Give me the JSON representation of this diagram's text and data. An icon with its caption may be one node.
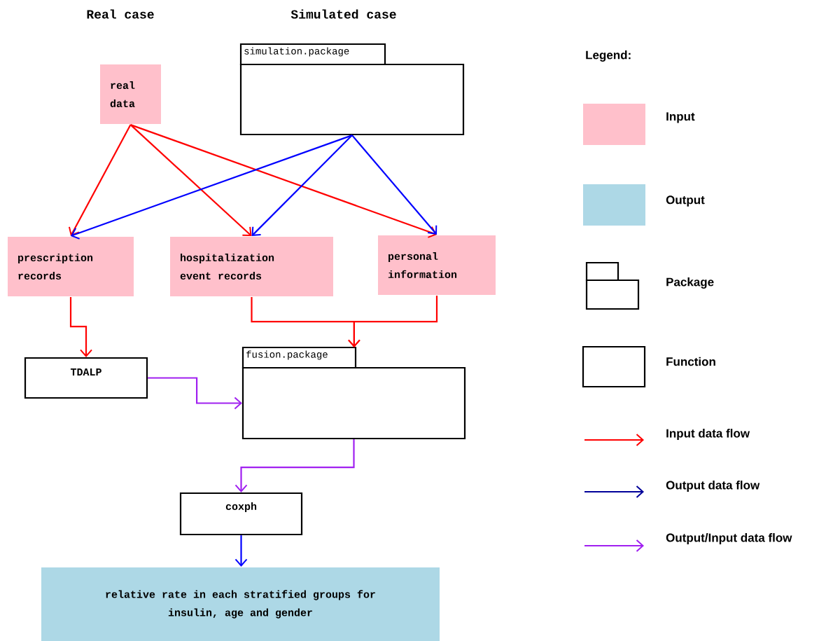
{
  "diagram": {
    "nodes": [
      {
        "text": [
          "real data"
        ]
      },
      {
        "text": [
          "simulation.package"
        ]
      },
      {
        "text": [
          "prescription records"
        ]
      },
      {
        "text": [
          "hospitalization event records"
        ]
      },
      {
        "text": [
          "personal information"
        ]
      },
      {
        "text": [
          "TDALP"
        ]
      },
      {
        "text": [
          "fusion.package"
        ]
      },
      {
        "text": [
          "coxph"
        ]
      },
      {
        "text": [
          "relative rate in each stratified groups for insulin, age and gender"
        ]
      }
    ],
    "edges": [
      {
        "from": 0,
        "to": 2,
        "arrow": "to"
      },
      {
        "from": 0,
        "to": 3,
        "arrow": "to"
      },
      {
        "from": 0,
        "to": 4,
        "arrow": "to"
      },
      {
        "from": 1,
        "to": 2,
        "arrow": "to",
        "color": "#0000ff"
      },
      {
        "from": 1,
        "to": 3,
        "arrow": "to",
        "color": "#0000ff"
      },
      {
        "from": 1,
        "to": 4,
        "arrow": "to",
        "color": "#0000ff"
      },
      {
        "from": 2,
        "to": 5,
        "arrow": "to"
      },
      {
        "from": 3,
        "to": 6,
        "arrow": "to"
      },
      {
        "from": 4,
        "to": 6,
        "arrow": "to"
      },
      {
        "from": 5,
        "to": 6,
        "arrow": "to",
        "color": "#a020f0"
      },
      {
        "from": 6,
        "to": 7,
        "arrow": "to",
        "color": "#a020f0"
      },
      {
        "from": 7,
        "to": 8,
        "arrow": "to",
        "color": "#0000ff"
      }
    ],
    "labels": [
      "Real case",
      "Simulated case",
      "Legend:"
    ],
    "legend": [
      {
        "text": "Input",
        "color": "#ffc0cb"
      },
      {
        "text": "Output",
        "color": "#add8e6"
      },
      {
        "text": "Package"
      },
      {
        "text": "Function"
      },
      {
        "text": "Input data flow"
      },
      {
        "text": "Output data flow"
      },
      {
        "text": "Output/Input data flow"
      }
    ]
  }
}
